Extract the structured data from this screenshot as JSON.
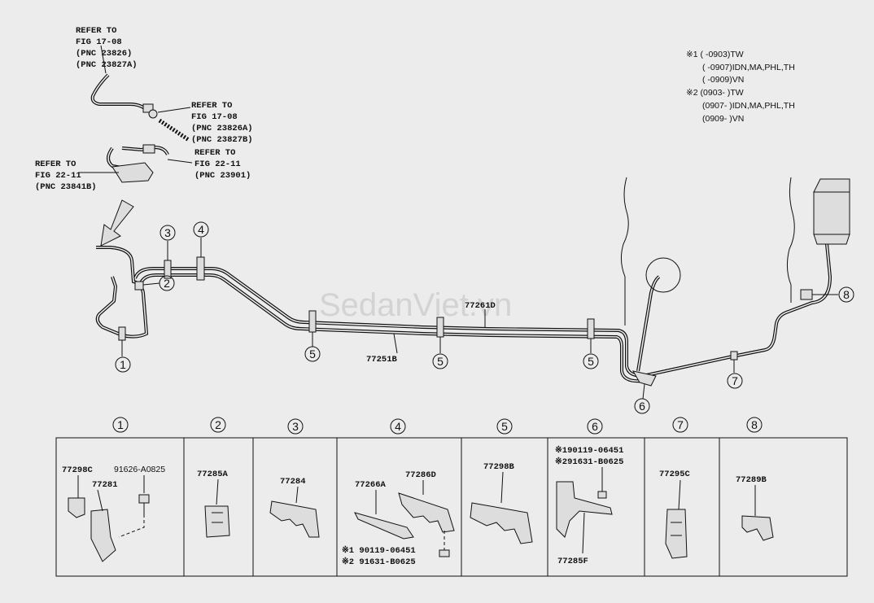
{
  "watermark": "SedanViet.vn",
  "references": [
    {
      "lines": [
        "REFER TO",
        "FIG 17-08",
        "(PNC 23826)",
        "(PNC 23827A)"
      ]
    },
    {
      "lines": [
        "REFER TO",
        "FIG 17-08",
        "(PNC 23826A)",
        "(PNC 23827B)"
      ]
    },
    {
      "lines": [
        "REFER TO",
        "FIG 22-11",
        "(PNC 23901)"
      ]
    },
    {
      "lines": [
        "REFER TO",
        "FIG 22-11",
        "(PNC 23841B)"
      ]
    }
  ],
  "notes": [
    "※1 (     -0903)TW",
    "(     -0907)IDN,MA,PHL,TH",
    "(     -0909)VN",
    "※2 (0903-     )TW",
    "(0907-     )IDN,MA,PHL,TH",
    "(0909-     )VN"
  ],
  "callouts": [
    "1",
    "2",
    "3",
    "4",
    "5",
    "5",
    "5",
    "6",
    "7",
    "8"
  ],
  "pipe_labels": [
    "77261D",
    "77251B"
  ],
  "panel_numbers": [
    "1",
    "2",
    "3",
    "4",
    "5",
    "6",
    "7",
    "8"
  ],
  "panels": {
    "p1": [
      "77298C",
      "77281",
      "91626-A0825"
    ],
    "p2": [
      "77285A"
    ],
    "p3": [
      "77284"
    ],
    "p4": [
      "77266A",
      "77286D",
      "※1 90119-06451",
      "※2 91631-B0625"
    ],
    "p5": [
      "77298B"
    ],
    "p6": [
      "※190119-06451",
      "※291631-B0625",
      "77285F"
    ],
    "p7": [
      "77295C"
    ],
    "p8": [
      "77289B"
    ]
  }
}
